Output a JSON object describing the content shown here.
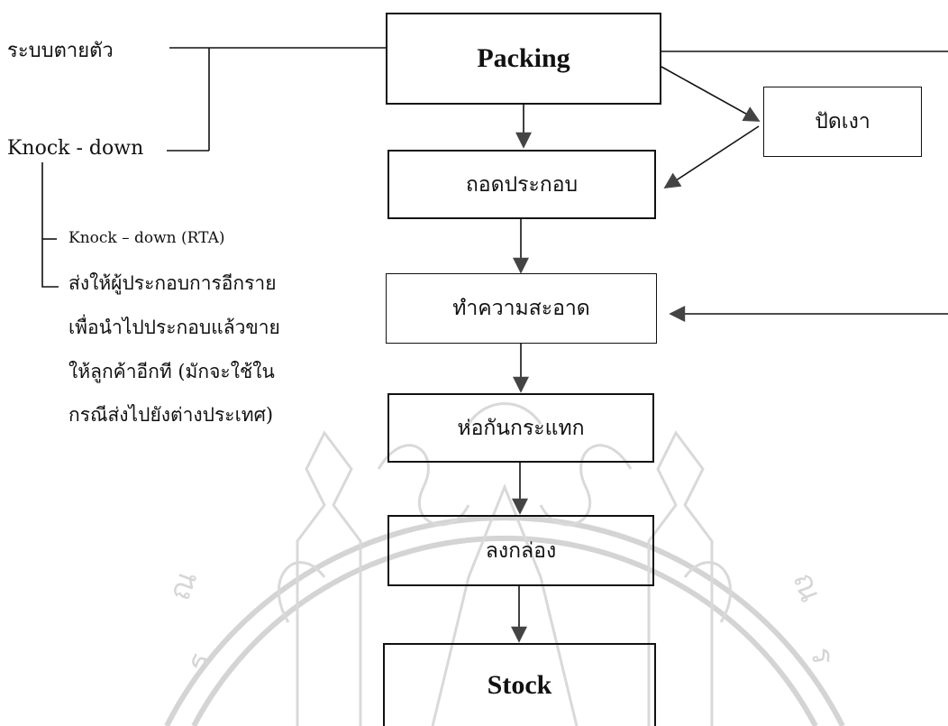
{
  "diagram": {
    "nodes": {
      "packing": "Packing",
      "shading": "ปัดเงา",
      "disassemble": "ถอดประกอบ",
      "cleaning": "ทำความสะอาด",
      "wrap_protect": "ห่อกันกระแทก",
      "boxing": "ลงกล่อง",
      "stock": "Stock"
    },
    "side_labels": {
      "fixed_system": "ระบบตายตัว",
      "knock_down": "Knock - down"
    },
    "knock_down_note": [
      "Knock – down (RTA)",
      "ส่งให้ผู้ประกอบการอีกราย",
      "เพื่อนำไปประกอบแล้วขาย",
      "ให้ลูกค้าอีกที  (มักจะใช้ใน",
      "กรณีส่งไปยังต่างประเทศ)"
    ],
    "watermark_text": [
      "ณ",
      "ร",
      "ณ",
      "ร"
    ],
    "colors": {
      "ink": "#111111",
      "watermark": "#cfcfcf"
    }
  }
}
